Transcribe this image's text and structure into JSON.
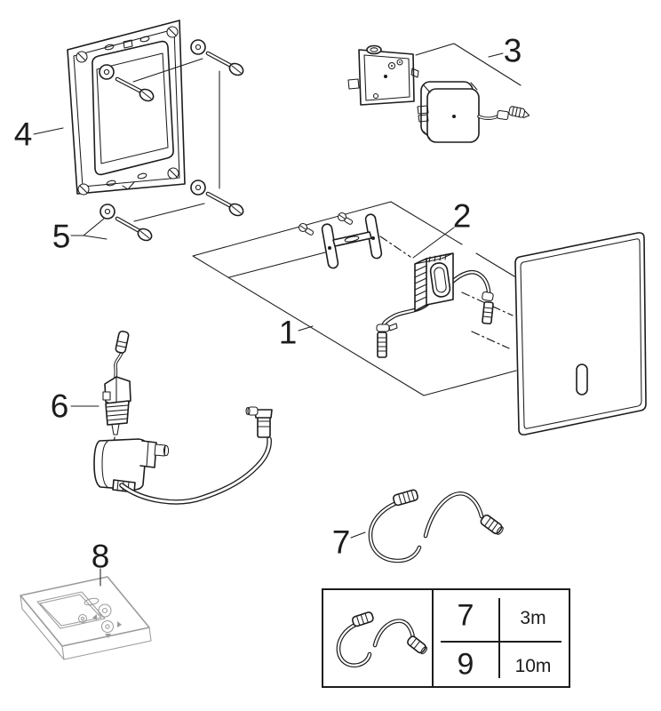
{
  "colors": {
    "line": "#1c1c1c",
    "muted_gray": "#9b9b9b",
    "background": "#ffffff"
  },
  "callouts": {
    "1": "1",
    "2": "2",
    "3": "3",
    "4": "4",
    "5": "5",
    "6": "6",
    "7": "7",
    "8": "8"
  },
  "icons": {
    "table_icon": "connection-cable-icon"
  },
  "size_table": {
    "rows": [
      {
        "ref": "7",
        "length": "3m"
      },
      {
        "ref": "9",
        "length": "10m"
      }
    ]
  }
}
